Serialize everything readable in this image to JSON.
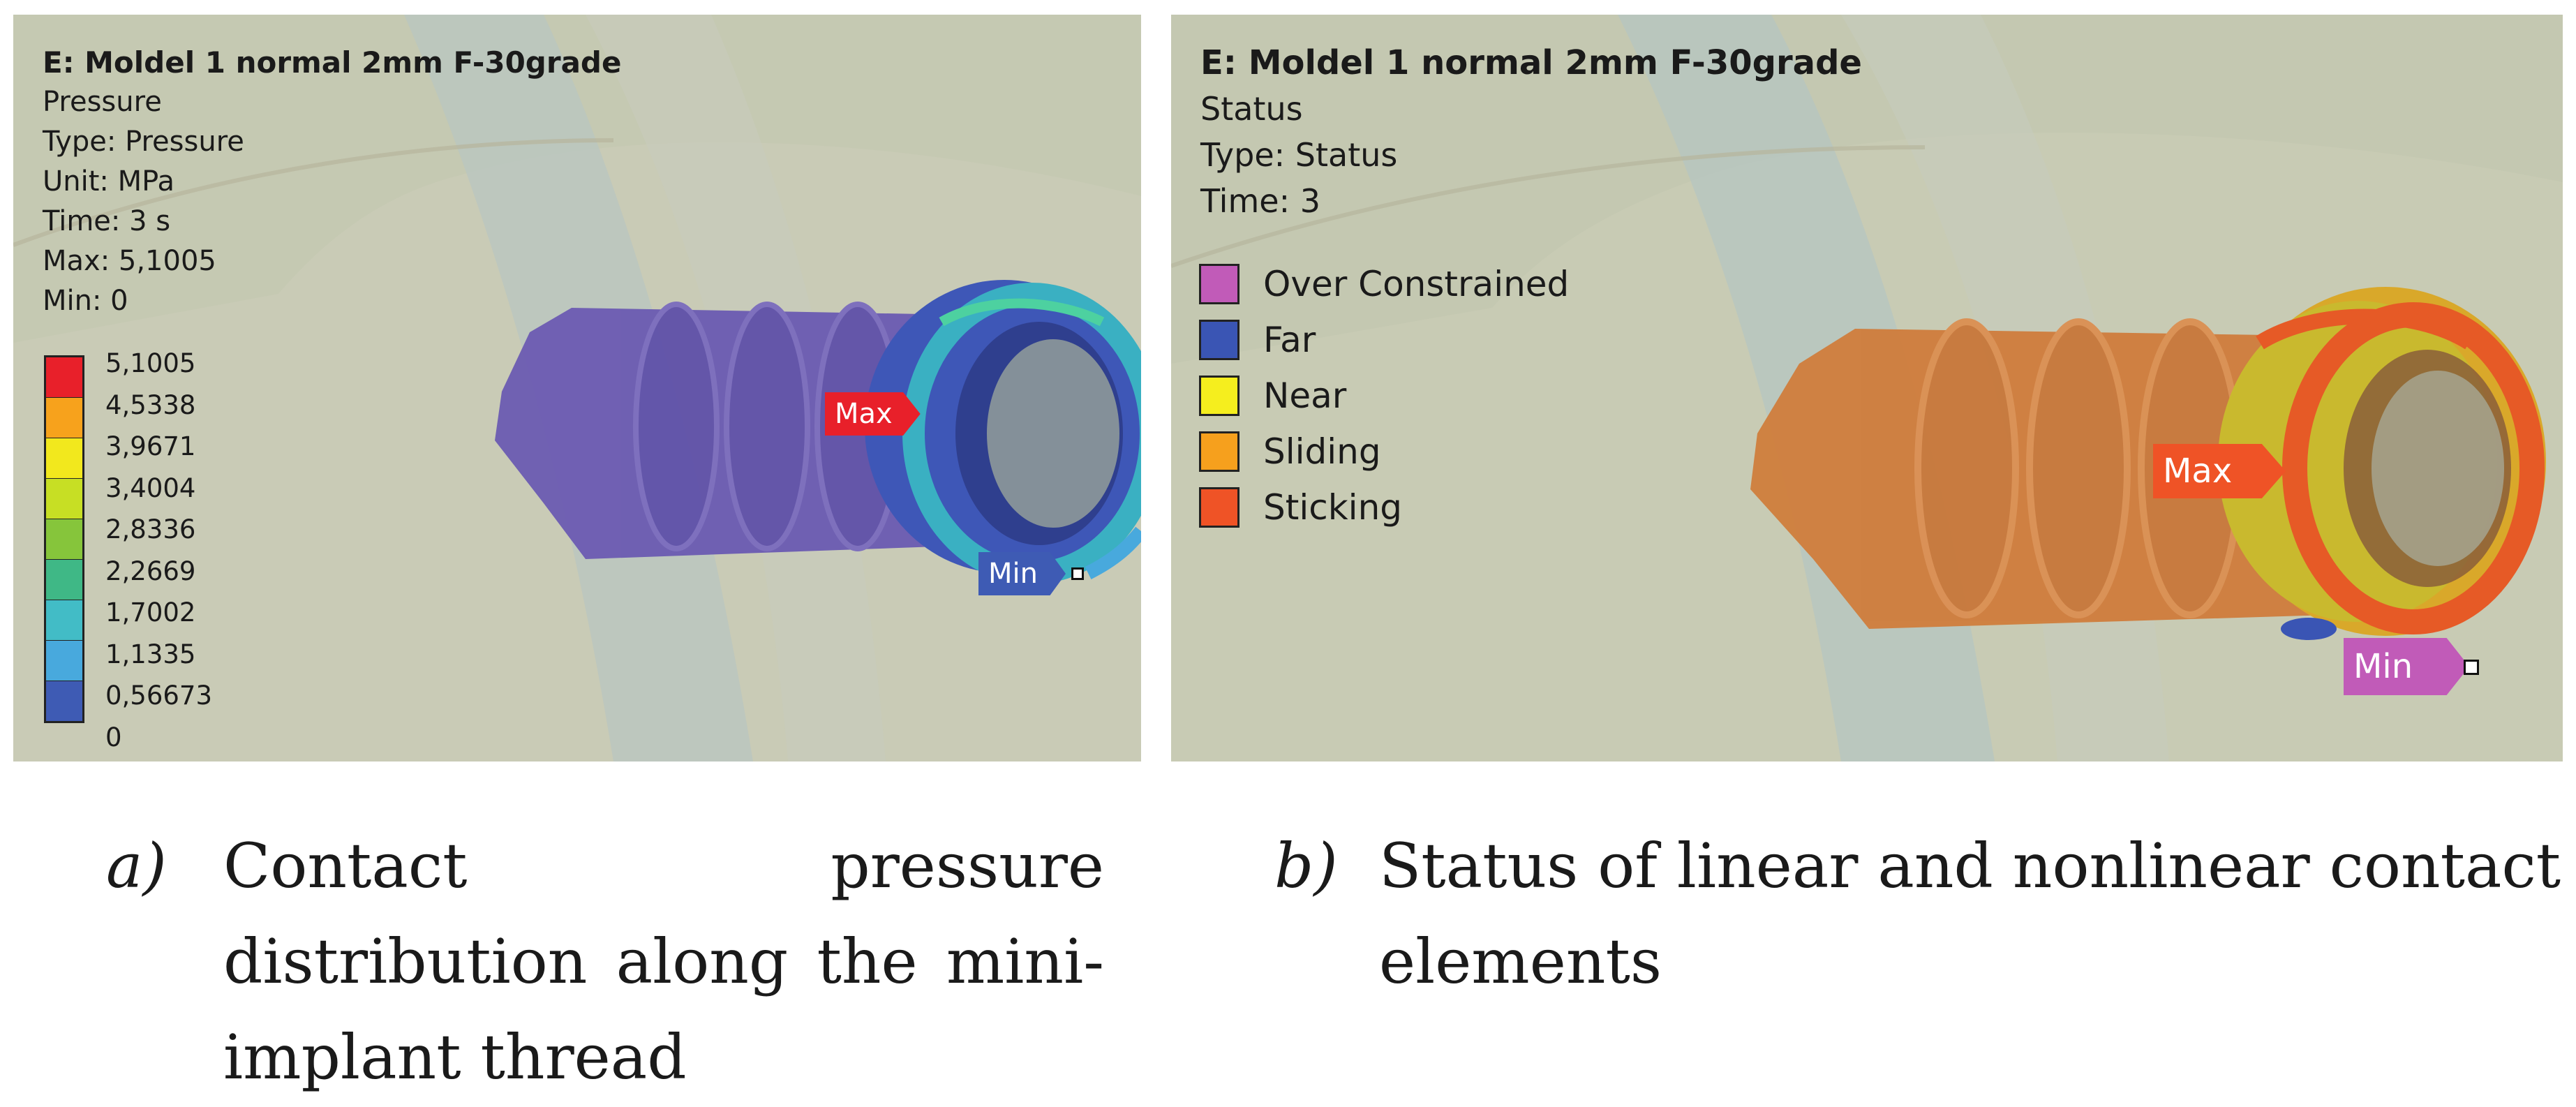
{
  "panel_a": {
    "title": "E: Moldel 1 normal 2mm F-30grade",
    "lines": [
      "Pressure",
      "Type: Pressure",
      "Unit: MPa",
      "Time: 3 s",
      "Max: 5,1005",
      "Min: 0"
    ],
    "legend": [
      {
        "label": "5,1005",
        "color": "#e8202a"
      },
      {
        "label": "4,5338",
        "color": "#f7a21c"
      },
      {
        "label": "3,9671",
        "color": "#f2e81d"
      },
      {
        "label": "3,4004",
        "color": "#c7df24"
      },
      {
        "label": "2,8336",
        "color": "#86c53b"
      },
      {
        "label": "2,2669",
        "color": "#3fb886"
      },
      {
        "label": "1,7002",
        "color": "#42bcc6"
      },
      {
        "label": "1,1335",
        "color": "#48a9dd"
      },
      {
        "label": "0,56673",
        "color": "#3e5bb4"
      },
      {
        "label": "0",
        "color": null
      }
    ],
    "max_label": "Max",
    "min_label": "Min",
    "max_color": "#e8202a",
    "min_color": "#3e5bb4"
  },
  "panel_b": {
    "title": "E: Moldel 1 normal 2mm F-30grade",
    "lines": [
      "Status",
      "Type: Status",
      "Time: 3"
    ],
    "legend": [
      {
        "label": "Over Constrained",
        "color": "#c15bb8"
      },
      {
        "label": "Far",
        "color": "#3a55b4"
      },
      {
        "label": "Near",
        "color": "#f5ee1e"
      },
      {
        "label": "Sliding",
        "color": "#f6a01d"
      },
      {
        "label": "Sticking",
        "color": "#ef5326"
      }
    ],
    "max_label": "Max",
    "min_label": "Min",
    "max_color": "#ef5326",
    "min_color": "#c15bb8"
  },
  "captions": [
    {
      "mark": "a)",
      "text": "Contact pressure distribution along the mini-implant thread"
    },
    {
      "mark": "b)",
      "text": "Status of linear and nonlinear contact elements"
    }
  ]
}
